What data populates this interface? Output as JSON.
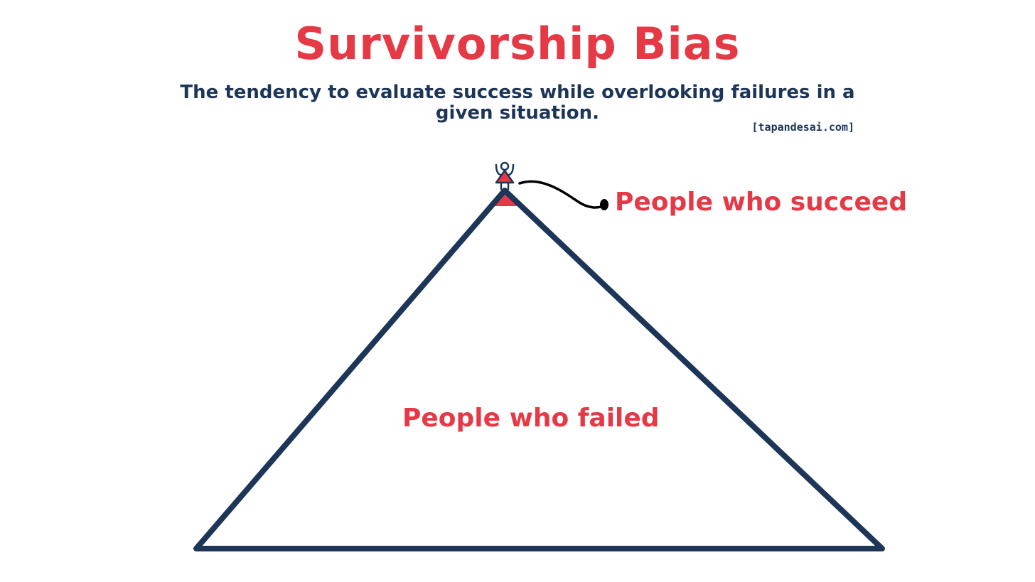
{
  "header": {
    "title": "Survivorship Bias",
    "subtitle": "The tendency to evaluate success while overlooking failures in a given situation.",
    "credit": "[tapandesai.com]"
  },
  "diagram": {
    "success_label": "People who succeed",
    "failed_label": "People who failed"
  },
  "colors": {
    "accent": "#e63946",
    "navy": "#1d3557",
    "connector": "#000000",
    "background": "#ffffff"
  }
}
